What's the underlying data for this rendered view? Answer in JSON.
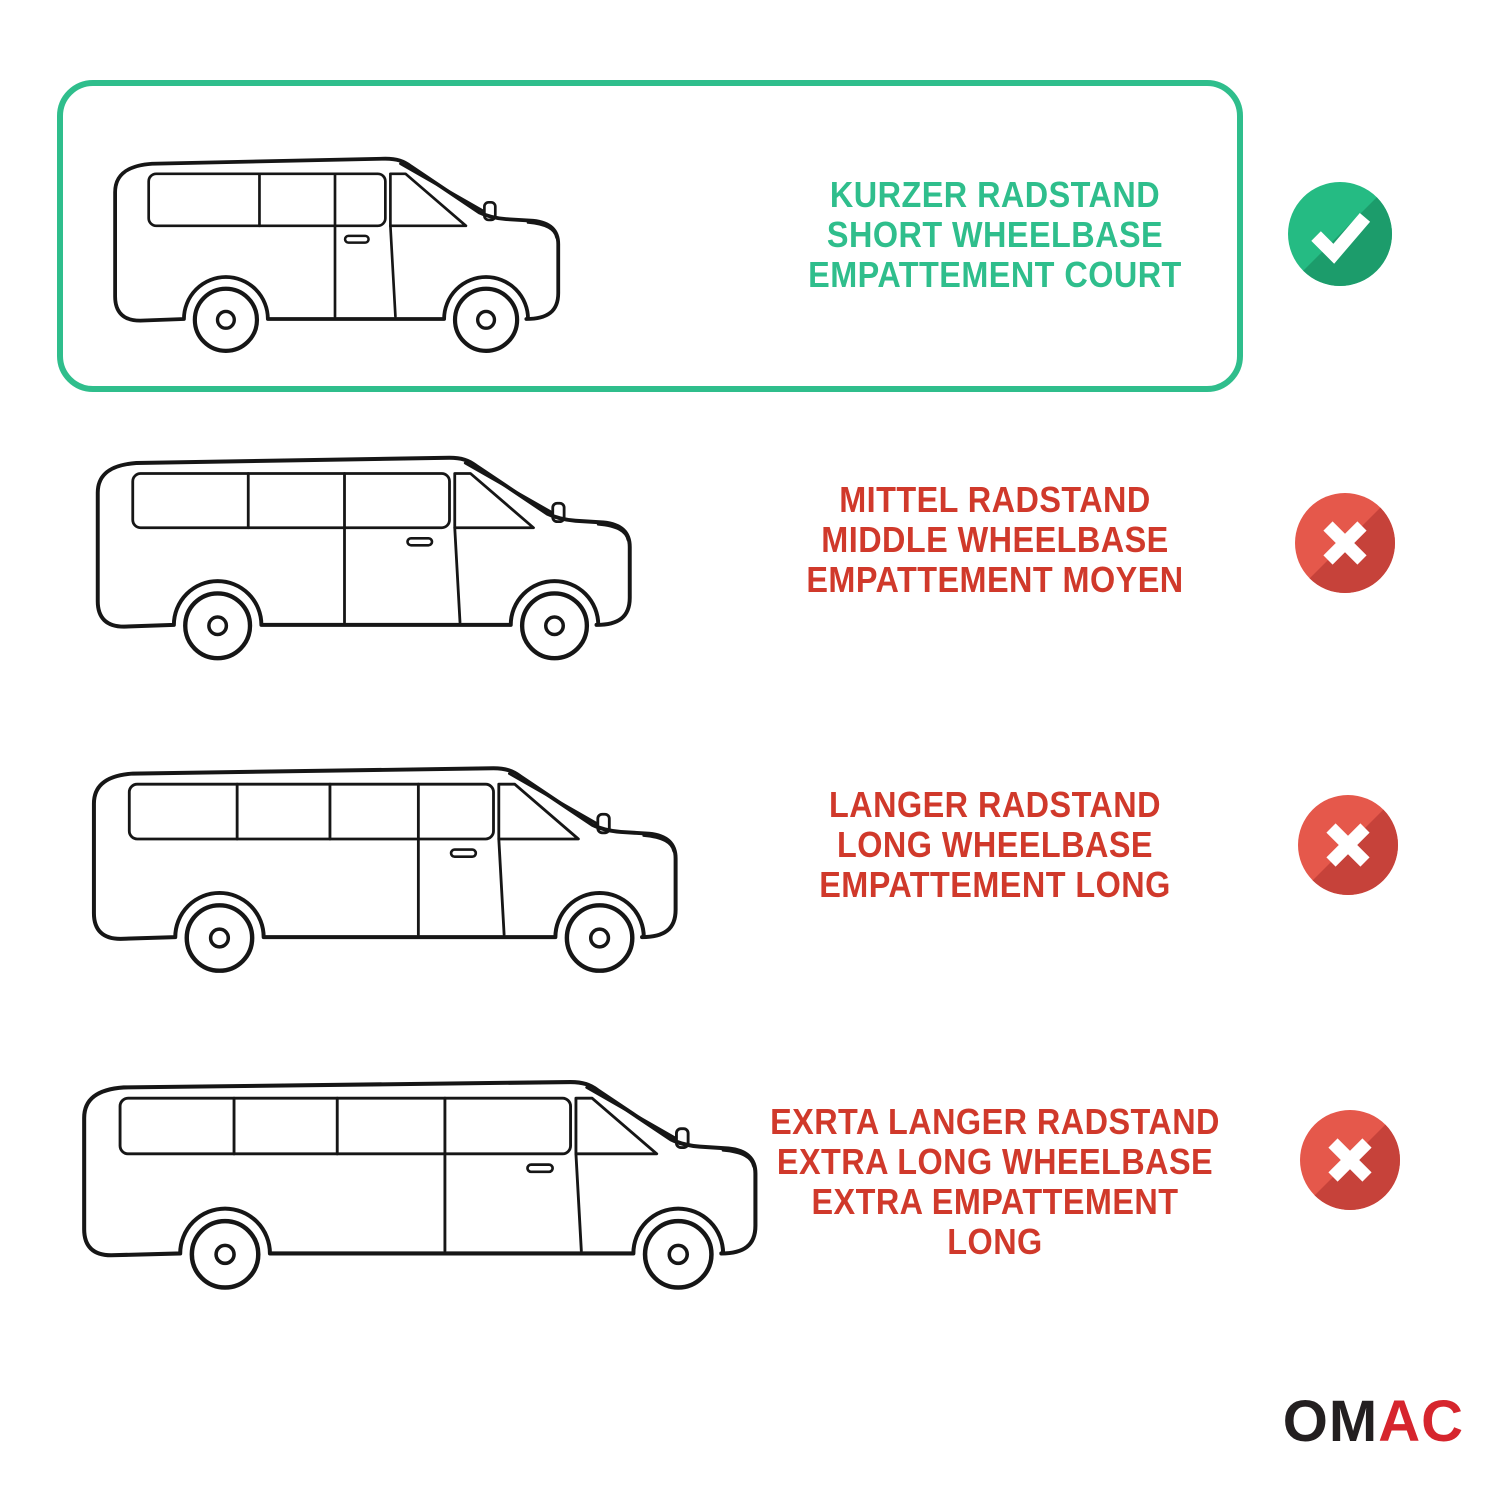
{
  "colors": {
    "background": "#ffffff",
    "highlight_green": "#2FBE8C",
    "green_text": "#2FBE8C",
    "red_text": "#D0392B",
    "check_circle": "#25BB83",
    "check_circle_shadow": "#1C9C6B",
    "cross_circle": "#E5584B",
    "cross_circle_shadow": "#C6423A",
    "line_art": "#161616",
    "logo_black": "#231F20",
    "logo_red": "#D6252D"
  },
  "rows": [
    {
      "name": "short-wheelbase",
      "highlighted": true,
      "status": "check",
      "lines": [
        "KURZER RADSTAND",
        "SHORT WHEELBASE",
        "EMPATTEMENT COURT"
      ]
    },
    {
      "name": "middle-wheelbase",
      "highlighted": false,
      "status": "cross",
      "lines": [
        "MITTEL RADSTAND",
        "MIDDLE WHEELBASE",
        "EMPATTEMENT MOYEN"
      ]
    },
    {
      "name": "long-wheelbase",
      "highlighted": false,
      "status": "cross",
      "lines": [
        "LANGER RADSTAND",
        "LONG WHEELBASE",
        "EMPATTEMENT LONG"
      ]
    },
    {
      "name": "extra-long-wheelbase",
      "highlighted": false,
      "status": "cross",
      "lines": [
        "EXRTA LANGER RADSTAND",
        "EXTRA LONG WHEELBASE",
        "EXTRA EMPATTEMENT LONG"
      ]
    }
  ],
  "logo": {
    "black_part": "OM",
    "red_part": "AC"
  }
}
